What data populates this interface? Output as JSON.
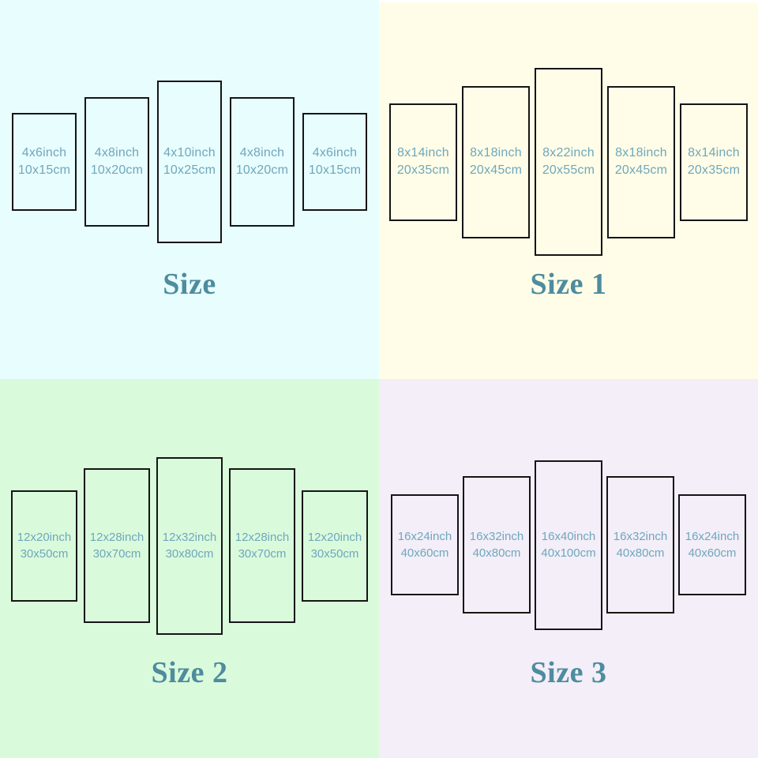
{
  "colors": {
    "quadrant_backgrounds": [
      "#E8FDFE",
      "#FFFDE7",
      "#DAFADC",
      "#F3EEF8"
    ],
    "panel_border": "#151515",
    "panel_label": "#6FA7BC",
    "title_text": "#4E8C9E"
  },
  "quadrants": [
    {
      "title": "Size",
      "panels": [
        {
          "inch": "4x6inch",
          "cm": "10x15cm"
        },
        {
          "inch": "4x8inch",
          "cm": "10x20cm"
        },
        {
          "inch": "4x10inch",
          "cm": "10x25cm"
        },
        {
          "inch": "4x8inch",
          "cm": "10x20cm"
        },
        {
          "inch": "4x6inch",
          "cm": "10x15cm"
        }
      ]
    },
    {
      "title": "Size 1",
      "panels": [
        {
          "inch": "8x14inch",
          "cm": "20x35cm"
        },
        {
          "inch": "8x18inch",
          "cm": "20x45cm"
        },
        {
          "inch": "8x22inch",
          "cm": "20x55cm"
        },
        {
          "inch": "8x18inch",
          "cm": "20x45cm"
        },
        {
          "inch": "8x14inch",
          "cm": "20x35cm"
        }
      ]
    },
    {
      "title": "Size 2",
      "panels": [
        {
          "inch": "12x20inch",
          "cm": "30x50cm"
        },
        {
          "inch": "12x28inch",
          "cm": "30x70cm"
        },
        {
          "inch": "12x32inch",
          "cm": "30x80cm"
        },
        {
          "inch": "12x28inch",
          "cm": "30x70cm"
        },
        {
          "inch": "12x20inch",
          "cm": "30x50cm"
        }
      ]
    },
    {
      "title": "Size 3",
      "panels": [
        {
          "inch": "16x24inch",
          "cm": "40x60cm"
        },
        {
          "inch": "16x32inch",
          "cm": "40x80cm"
        },
        {
          "inch": "16x40inch",
          "cm": "40x100cm"
        },
        {
          "inch": "16x32inch",
          "cm": "40x80cm"
        },
        {
          "inch": "16x24inch",
          "cm": "40x60cm"
        }
      ]
    }
  ]
}
